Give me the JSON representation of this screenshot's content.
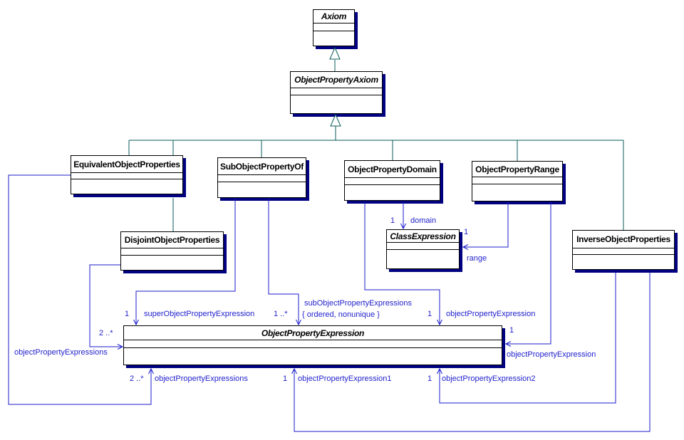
{
  "diagram": {
    "kind": "uml-class-diagram",
    "subject": "Object Property Axioms"
  },
  "colors": {
    "background": "#ffffff",
    "class_border": "#000000",
    "class_fill": "#ffffff",
    "drop_shadow": "#000080",
    "generalization_line": "#0b5b5b",
    "association_line": "#1b1bcd",
    "label_text": "#2222cc"
  },
  "classes": {
    "axiom": {
      "name": "Axiom",
      "abstract": true
    },
    "object_property_axiom": {
      "name": "ObjectPropertyAxiom",
      "abstract": true
    },
    "equivalent_object_properties": {
      "name": "EquivalentObjectProperties",
      "abstract": false
    },
    "sub_object_property_of": {
      "name": "SubObjectPropertyOf",
      "abstract": false
    },
    "object_property_domain": {
      "name": "ObjectPropertyDomain",
      "abstract": false
    },
    "object_property_range": {
      "name": "ObjectPropertyRange",
      "abstract": false
    },
    "inverse_object_properties": {
      "name": "InverseObjectProperties",
      "abstract": false
    },
    "disjoint_object_properties": {
      "name": "DisjointObjectProperties",
      "abstract": false
    },
    "class_expression": {
      "name": "ClassExpression",
      "abstract": true
    },
    "object_property_expression": {
      "name": "ObjectPropertyExpression",
      "abstract": true
    }
  },
  "associations": {
    "equivalent_members": {
      "multiplicity": "2 ..*",
      "role": "objectPropertyExpressions"
    },
    "disjoint_members": {
      "multiplicity": "2 ..*",
      "role": "objectPropertyExpressions"
    },
    "super_property": {
      "multiplicity": "1",
      "role": "superObjectPropertyExpression"
    },
    "sub_properties": {
      "multiplicity": "1 ..*",
      "role": "subObjectPropertyExpressions",
      "constraint": "{ ordered, nonunique }"
    },
    "domain": {
      "multiplicity": "1",
      "role": "domain"
    },
    "domain_property": {
      "multiplicity": "1",
      "role": "objectPropertyExpression"
    },
    "range": {
      "multiplicity": "1",
      "role": "range"
    },
    "range_property": {
      "multiplicity": "1",
      "role": "objectPropertyExpression"
    },
    "inverse_property_1": {
      "multiplicity": "1",
      "role": "objectPropertyExpression1"
    },
    "inverse_property_2": {
      "multiplicity": "1",
      "role": "objectPropertyExpression2"
    }
  }
}
